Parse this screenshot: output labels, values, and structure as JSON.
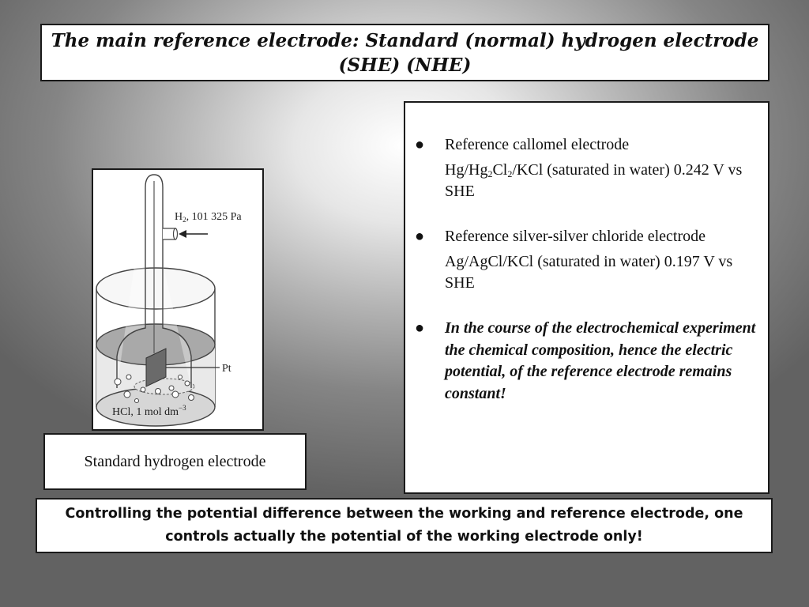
{
  "slide": {
    "title": "The main reference electrode: Standard (normal) hydrogen electrode (SHE) (NHE)",
    "caption": "Standard hydrogen electrode",
    "footer": "Controlling the potential difference between the working and reference electrode, one controls actually the potential of the working electrode only!"
  },
  "diagram": {
    "gas_label": "H",
    "gas_label_sub": "2",
    "gas_label_rest": ", 101 325 Pa",
    "metal_label": "Pt",
    "solution_label": "HCl, 1 mol dm",
    "solution_label_sup": "−3"
  },
  "bullets": [
    {
      "marker": "●",
      "heading": "Reference  callomel electrode",
      "formula_parts": [
        "Hg/Hg",
        "2",
        "Cl",
        "2",
        "/KCl (saturated in water) 0.242 V vs SHE"
      ]
    },
    {
      "marker": "●",
      "heading": "Reference silver-silver chloride electrode",
      "formula": "Ag/AgCl/KCl (saturated in water) 0.197 V vs SHE"
    },
    {
      "marker": "●",
      "text": "In the course of the electrochemical experiment the chemical composition, hence the electric potential, of the reference electrode remains constant!"
    }
  ]
}
